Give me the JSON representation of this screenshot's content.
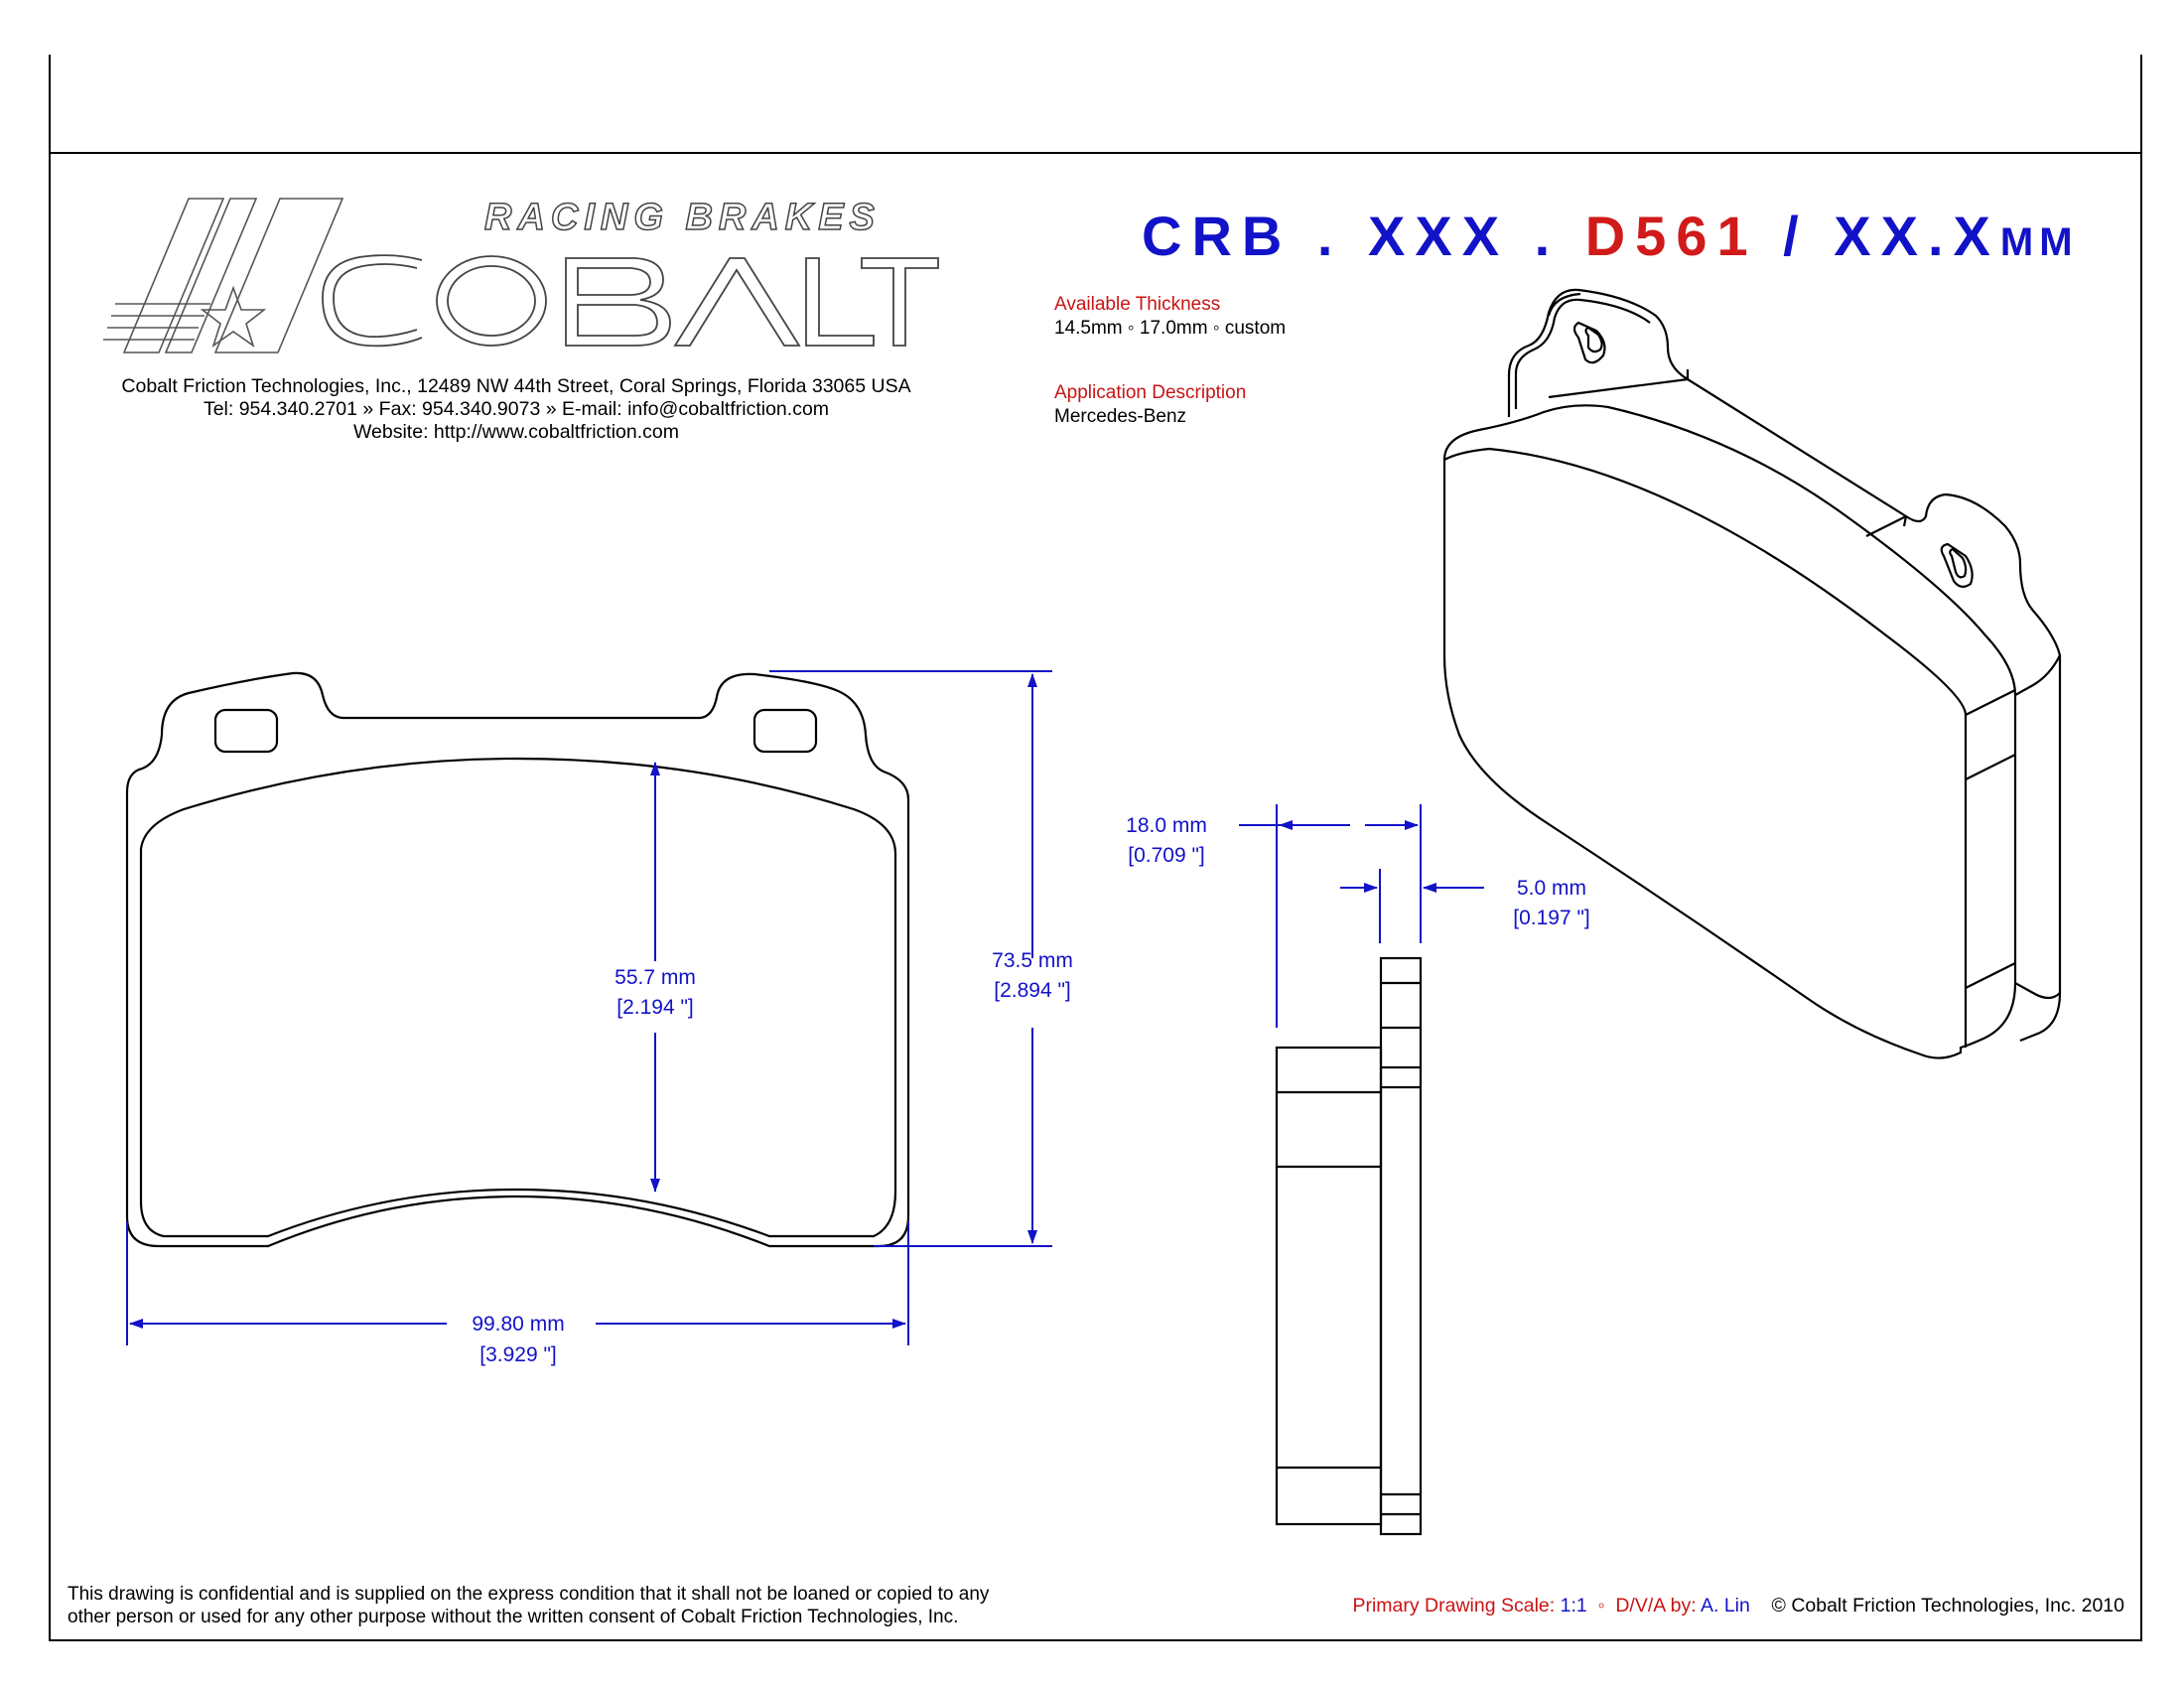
{
  "logo": {
    "brand": "COBALT",
    "tagline": "RACING BRAKES"
  },
  "company": {
    "address_line": "Cobalt Friction Technologies, Inc., 12489 NW 44th Street, Coral Springs, Florida 33065 USA",
    "contact_line": "Tel: 954.340.2701  »  Fax: 954.340.9073  »  E-mail: info@cobaltfriction.com",
    "website_line": "Website: http://www.cobaltfriction.com"
  },
  "title": {
    "part1": "CRB . XXX . ",
    "part2": "D561",
    "part3": " / XX.X",
    "part4": "MM"
  },
  "info": {
    "thickness_label": "Available Thickness",
    "thickness_value": "14.5mm ◦ 17.0mm ◦ custom",
    "application_label": "Application Description",
    "application_value": "Mercedes-Benz"
  },
  "dimensions": {
    "height_inner_mm": "55.7 mm",
    "height_inner_in": "[2.194 \"]",
    "height_total_mm": "73.5 mm",
    "height_total_in": "[2.894 \"]",
    "width_mm": "99.80 mm",
    "width_in": "[3.929 \"]",
    "thickness_total_mm": "18.0 mm",
    "thickness_total_in": "[0.709 \"]",
    "backplate_mm": "5.0 mm",
    "backplate_in": "[0.197 \"]"
  },
  "footer": {
    "confidential_line1": "This drawing is confidential and is supplied on the express condition that it shall not be loaned or copied to any",
    "confidential_line2": "other person or used for any other purpose without the written consent of Cobalt Friction Technologies, Inc.",
    "scale_label": "Primary Drawing Scale:",
    "scale_value": "1:1",
    "sep": "◦",
    "dva_label": "D/V/A by:",
    "dva_value": "A. Lin",
    "copyright": "© Cobalt Friction Technologies, Inc. 2010"
  },
  "colors": {
    "dimension_blue": "#1212c8",
    "label_red": "#c81414",
    "title_blue": "#1212c8",
    "title_red": "#d11a1a"
  }
}
